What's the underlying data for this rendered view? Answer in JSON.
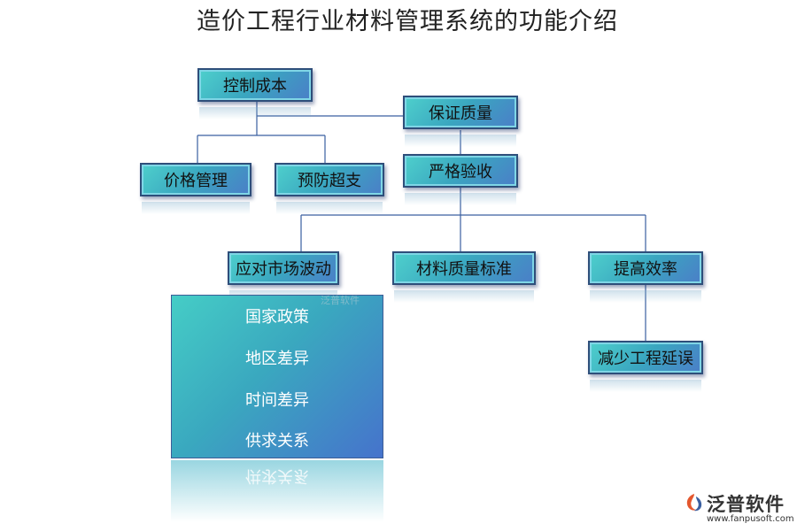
{
  "title": "造价工程行业材料管理系统的功能介绍",
  "nodes": {
    "control_cost": "控制成本",
    "guarantee_quality": "保证质量",
    "price_management": "价格管理",
    "prevent_overspend": "预防超支",
    "strict_acceptance": "严格验收",
    "market_fluctuation": "应对市场波动",
    "material_standard": "材料质量标准",
    "improve_efficiency": "提高效率",
    "reduce_delay": "减少工程延误"
  },
  "panel": {
    "items": [
      "国家政策",
      "地区差异",
      "时间差异",
      "供求关系"
    ],
    "reflection": "供求关系"
  },
  "watermark": "泛普软件",
  "logo": {
    "name": "泛普软件",
    "url": "www.fanpusoft.com"
  },
  "colors": {
    "node_gradient_start": "#4ed0cc",
    "node_gradient_end": "#4b7ec8",
    "connector": "#3a5fa0",
    "panel_text": "#ffffff"
  }
}
